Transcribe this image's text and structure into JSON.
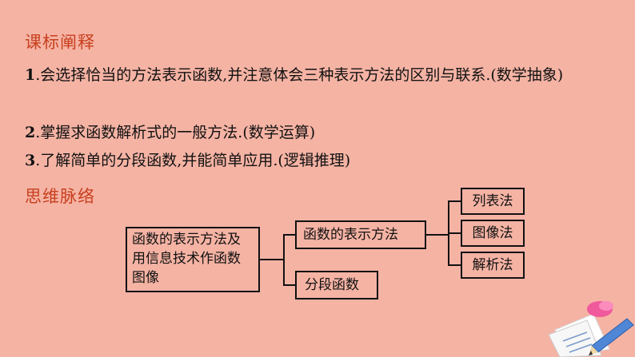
{
  "sections": {
    "standards_title": "课标阐释",
    "mindmap_title": "思维脉络"
  },
  "goals": [
    {
      "num": "1",
      "text": ".会选择恰当的方法表示函数,并注意体会三种表示方法的区别与联系.(数学抽象)"
    },
    {
      "num": "2",
      "text": ".掌握求函数解析式的一般方法.(数学运算)"
    },
    {
      "num": "3",
      "text": ".了解简单的分段函数,并能简单应用.(逻辑推理)"
    }
  ],
  "mindmap": {
    "root": "函数的表示方法及用信息技术作函数图像",
    "branch1": "函数的表示方法",
    "branch2": "分段函数",
    "leaves": [
      "列表法",
      "图像法",
      "解析法"
    ]
  },
  "colors": {
    "background": "#f5b3a4",
    "title": "#c8401e"
  }
}
